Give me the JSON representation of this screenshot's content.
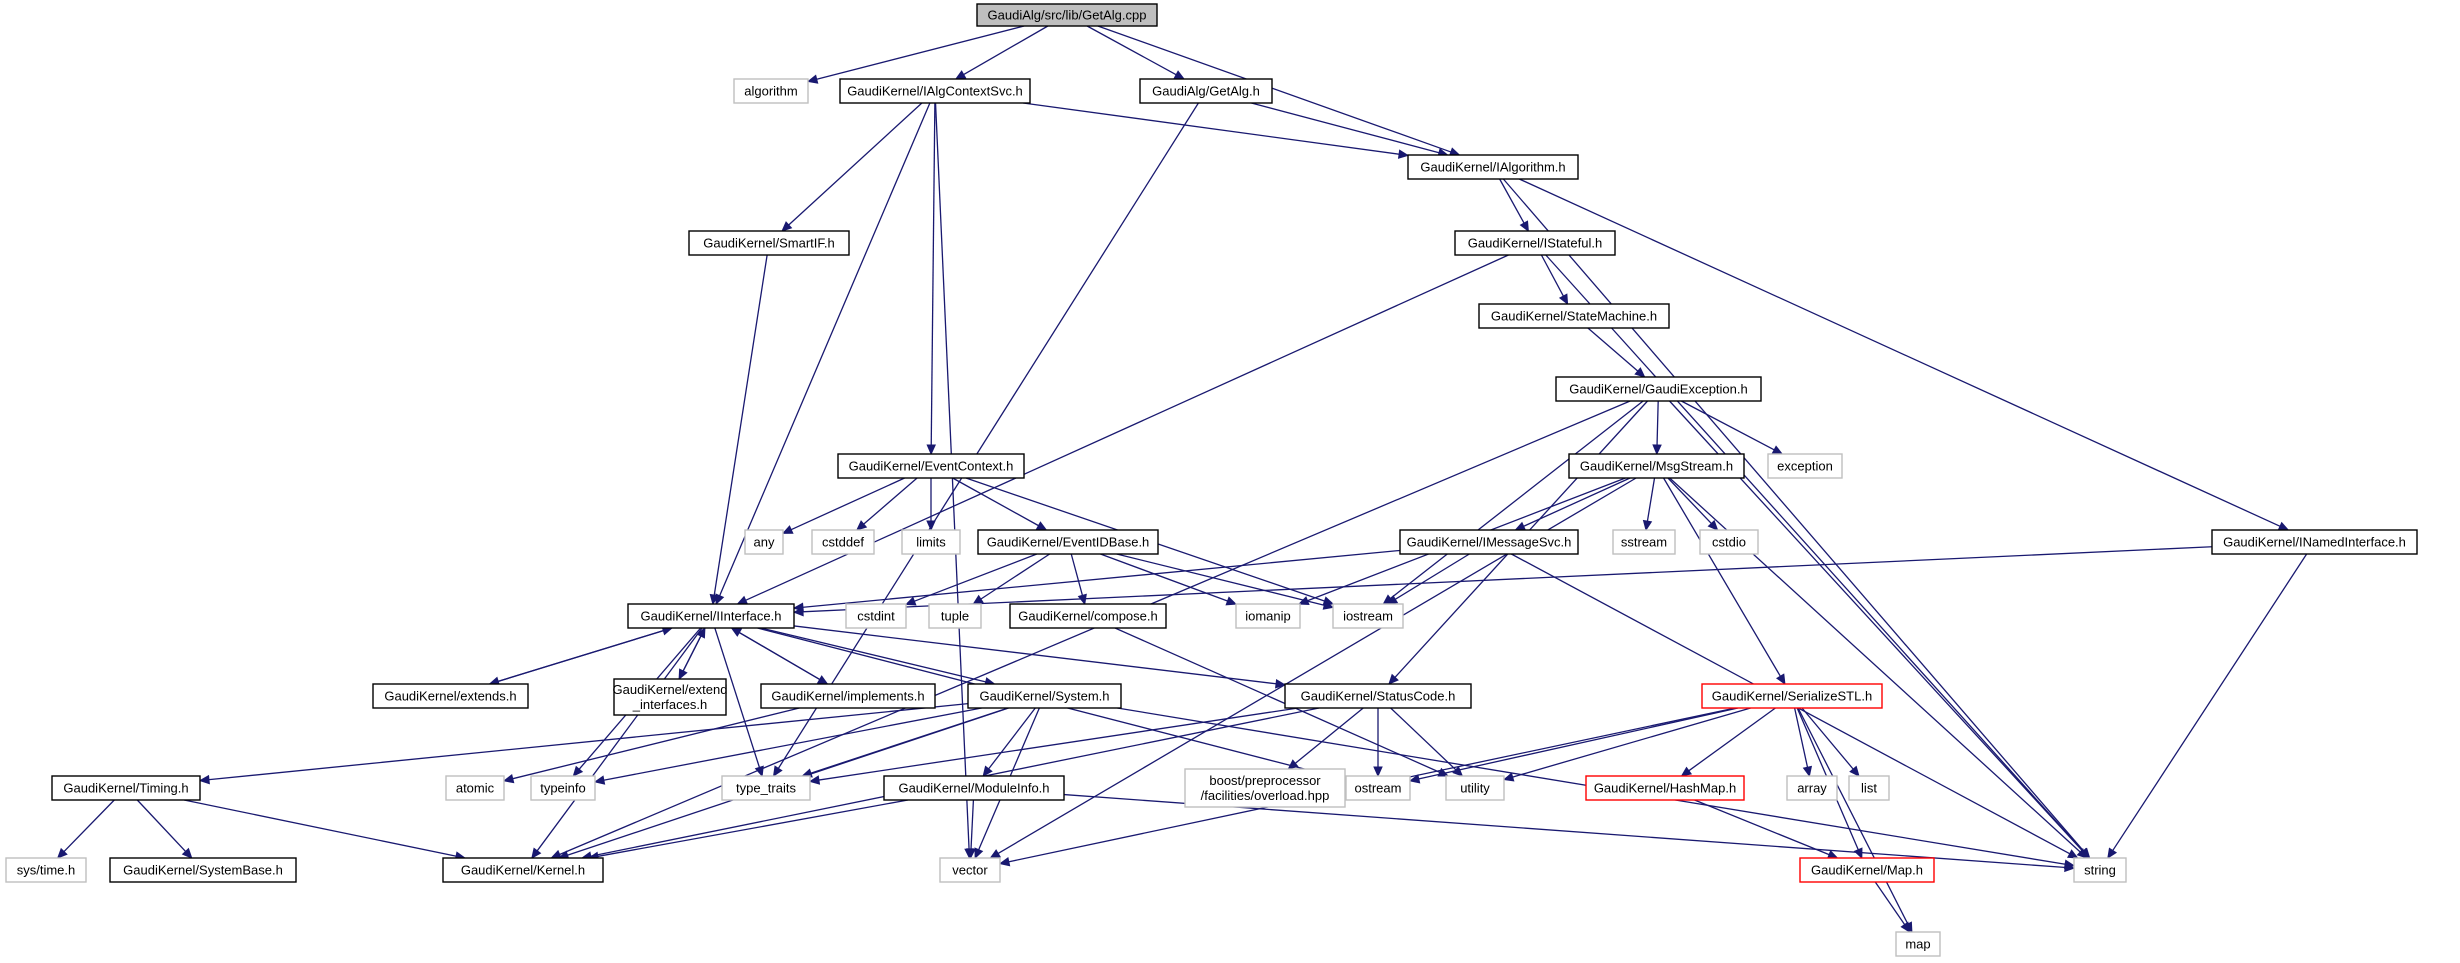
{
  "diagram": {
    "title": "GaudiAlg/src/lib/GetAlg.cpp",
    "colors": {
      "edge": "#191970",
      "root_fill": "#bfbfbf",
      "external_border": "#bfbfbf",
      "truncated_border": "#ff0000",
      "node_border": "#000000"
    },
    "nodes": [
      {
        "id": "root",
        "label": "GaudiAlg/src/lib/GetAlg.cpp",
        "style": "root"
      },
      {
        "id": "algorithm",
        "label": "algorithm",
        "style": "ext"
      },
      {
        "id": "IAlgContextSvc",
        "label": "GaudiKernel/IAlgContextSvc.h",
        "style": "normal"
      },
      {
        "id": "GetAlg",
        "label": "GaudiAlg/GetAlg.h",
        "style": "normal"
      },
      {
        "id": "IAlgorithm",
        "label": "GaudiKernel/IAlgorithm.h",
        "style": "normal"
      },
      {
        "id": "SmartIF",
        "label": "GaudiKernel/SmartIF.h",
        "style": "normal"
      },
      {
        "id": "IStateful",
        "label": "GaudiKernel/IStateful.h",
        "style": "normal"
      },
      {
        "id": "StateMachine",
        "label": "GaudiKernel/StateMachine.h",
        "style": "normal"
      },
      {
        "id": "GaudiException",
        "label": "GaudiKernel/GaudiException.h",
        "style": "normal"
      },
      {
        "id": "EventContext",
        "label": "GaudiKernel/EventContext.h",
        "style": "normal"
      },
      {
        "id": "MsgStream",
        "label": "GaudiKernel/MsgStream.h",
        "style": "normal"
      },
      {
        "id": "exception",
        "label": "exception",
        "style": "ext"
      },
      {
        "id": "any",
        "label": "any",
        "style": "ext"
      },
      {
        "id": "cstddef",
        "label": "cstddef",
        "style": "ext"
      },
      {
        "id": "limits",
        "label": "limits",
        "style": "ext"
      },
      {
        "id": "EventIDBase",
        "label": "GaudiKernel/EventIDBase.h",
        "style": "normal"
      },
      {
        "id": "IMessageSvc",
        "label": "GaudiKernel/IMessageSvc.h",
        "style": "normal"
      },
      {
        "id": "sstream",
        "label": "sstream",
        "style": "ext"
      },
      {
        "id": "cstdio",
        "label": "cstdio",
        "style": "ext"
      },
      {
        "id": "INamedInterface",
        "label": "GaudiKernel/INamedInterface.h",
        "style": "normal"
      },
      {
        "id": "IInterface",
        "label": "GaudiKernel/IInterface.h",
        "style": "normal"
      },
      {
        "id": "cstdint",
        "label": "cstdint",
        "style": "ext"
      },
      {
        "id": "tuple",
        "label": "tuple",
        "style": "ext"
      },
      {
        "id": "compose",
        "label": "GaudiKernel/compose.h",
        "style": "normal"
      },
      {
        "id": "iomanip",
        "label": "iomanip",
        "style": "ext"
      },
      {
        "id": "iostream",
        "label": "iostream",
        "style": "ext"
      },
      {
        "id": "extends",
        "label": "GaudiKernel/extends.h",
        "style": "normal"
      },
      {
        "id": "extend_interfaces",
        "label": "GaudiKernel/extend\n_interfaces.h",
        "style": "normal"
      },
      {
        "id": "implements",
        "label": "GaudiKernel/implements.h",
        "style": "normal"
      },
      {
        "id": "System",
        "label": "GaudiKernel/System.h",
        "style": "normal"
      },
      {
        "id": "StatusCode",
        "label": "GaudiKernel/StatusCode.h",
        "style": "normal"
      },
      {
        "id": "SerializeSTL",
        "label": "GaudiKernel/SerializeSTL.h",
        "style": "red"
      },
      {
        "id": "Timing",
        "label": "GaudiKernel/Timing.h",
        "style": "normal"
      },
      {
        "id": "atomic",
        "label": "atomic",
        "style": "ext"
      },
      {
        "id": "typeinfo",
        "label": "typeinfo",
        "style": "ext"
      },
      {
        "id": "type_traits",
        "label": "type_traits",
        "style": "ext"
      },
      {
        "id": "ModuleInfo",
        "label": "GaudiKernel/ModuleInfo.h",
        "style": "normal"
      },
      {
        "id": "boost_overload",
        "label": "boost/preprocessor\n/facilities/overload.hpp",
        "style": "ext"
      },
      {
        "id": "ostream",
        "label": "ostream",
        "style": "ext"
      },
      {
        "id": "utility",
        "label": "utility",
        "style": "ext"
      },
      {
        "id": "HashMap",
        "label": "GaudiKernel/HashMap.h",
        "style": "red"
      },
      {
        "id": "array",
        "label": "array",
        "style": "ext"
      },
      {
        "id": "list",
        "label": "list",
        "style": "ext"
      },
      {
        "id": "systime",
        "label": "sys/time.h",
        "style": "ext"
      },
      {
        "id": "SystemBase",
        "label": "GaudiKernel/SystemBase.h",
        "style": "normal"
      },
      {
        "id": "Kernel",
        "label": "GaudiKernel/Kernel.h",
        "style": "normal"
      },
      {
        "id": "vector",
        "label": "vector",
        "style": "ext"
      },
      {
        "id": "string",
        "label": "string",
        "style": "ext"
      },
      {
        "id": "Map",
        "label": "GaudiKernel/Map.h",
        "style": "red"
      },
      {
        "id": "map",
        "label": "map",
        "style": "ext"
      }
    ],
    "edges": [
      [
        "root",
        "algorithm"
      ],
      [
        "root",
        "IAlgContextSvc"
      ],
      [
        "root",
        "GetAlg"
      ],
      [
        "root",
        "IAlgorithm"
      ],
      [
        "IAlgContextSvc",
        "IAlgorithm"
      ],
      [
        "IAlgContextSvc",
        "SmartIF"
      ],
      [
        "IAlgContextSvc",
        "EventContext"
      ],
      [
        "IAlgContextSvc",
        "IInterface"
      ],
      [
        "IAlgContextSvc",
        "vector"
      ],
      [
        "GetAlg",
        "IAlgorithm"
      ],
      [
        "GetAlg",
        "type_traits"
      ],
      [
        "IAlgorithm",
        "IStateful"
      ],
      [
        "IAlgorithm",
        "INamedInterface"
      ],
      [
        "IAlgorithm",
        "string"
      ],
      [
        "SmartIF",
        "IInterface"
      ],
      [
        "IStateful",
        "StateMachine"
      ],
      [
        "IStateful",
        "IInterface"
      ],
      [
        "IStateful",
        "string"
      ],
      [
        "StateMachine",
        "GaudiException"
      ],
      [
        "GaudiException",
        "MsgStream"
      ],
      [
        "GaudiException",
        "exception"
      ],
      [
        "GaudiException",
        "iostream"
      ],
      [
        "GaudiException",
        "string"
      ],
      [
        "GaudiException",
        "StatusCode"
      ],
      [
        "GaudiException",
        "Kernel"
      ],
      [
        "EventContext",
        "any"
      ],
      [
        "EventContext",
        "cstddef"
      ],
      [
        "EventContext",
        "limits"
      ],
      [
        "EventContext",
        "EventIDBase"
      ],
      [
        "EventContext",
        "iostream"
      ],
      [
        "MsgStream",
        "IMessageSvc"
      ],
      [
        "MsgStream",
        "sstream"
      ],
      [
        "MsgStream",
        "cstdio"
      ],
      [
        "MsgStream",
        "SerializeSTL"
      ],
      [
        "MsgStream",
        "iomanip"
      ],
      [
        "MsgStream",
        "string"
      ],
      [
        "MsgStream",
        "vector"
      ],
      [
        "IMessageSvc",
        "IInterface"
      ],
      [
        "IMessageSvc",
        "iostream"
      ],
      [
        "IMessageSvc",
        "string"
      ],
      [
        "INamedInterface",
        "IInterface"
      ],
      [
        "INamedInterface",
        "string"
      ],
      [
        "EventIDBase",
        "cstdint"
      ],
      [
        "EventIDBase",
        "tuple"
      ],
      [
        "EventIDBase",
        "compose"
      ],
      [
        "EventIDBase",
        "iomanip"
      ],
      [
        "EventIDBase",
        "iostream"
      ],
      [
        "compose",
        "utility"
      ],
      [
        "IInterface",
        "extends"
      ],
      [
        "IInterface",
        "extend_interfaces"
      ],
      [
        "IInterface",
        "implements"
      ],
      [
        "IInterface",
        "System"
      ],
      [
        "IInterface",
        "StatusCode"
      ],
      [
        "IInterface",
        "typeinfo"
      ],
      [
        "IInterface",
        "Kernel"
      ],
      [
        "IInterface",
        "ostream"
      ],
      [
        "IInterface",
        "type_traits"
      ],
      [
        "extends",
        "IInterface"
      ],
      [
        "extend_interfaces",
        "IInterface"
      ],
      [
        "implements",
        "IInterface"
      ],
      [
        "implements",
        "atomic"
      ],
      [
        "System",
        "Timing"
      ],
      [
        "System",
        "ModuleInfo"
      ],
      [
        "System",
        "typeinfo"
      ],
      [
        "System",
        "type_traits"
      ],
      [
        "System",
        "Kernel"
      ],
      [
        "System",
        "vector"
      ],
      [
        "System",
        "string"
      ],
      [
        "StatusCode",
        "boost_overload"
      ],
      [
        "StatusCode",
        "ostream"
      ],
      [
        "StatusCode",
        "utility"
      ],
      [
        "StatusCode",
        "type_traits"
      ],
      [
        "StatusCode",
        "Kernel"
      ],
      [
        "SerializeSTL",
        "HashMap"
      ],
      [
        "SerializeSTL",
        "array"
      ],
      [
        "SerializeSTL",
        "list"
      ],
      [
        "SerializeSTL",
        "Map"
      ],
      [
        "SerializeSTL",
        "map"
      ],
      [
        "SerializeSTL",
        "ostream"
      ],
      [
        "SerializeSTL",
        "utility"
      ],
      [
        "SerializeSTL",
        "vector"
      ],
      [
        "HashMap",
        "Map"
      ],
      [
        "Map",
        "map"
      ],
      [
        "Timing",
        "systime"
      ],
      [
        "Timing",
        "SystemBase"
      ],
      [
        "Timing",
        "Kernel"
      ],
      [
        "ModuleInfo",
        "Kernel"
      ],
      [
        "ModuleInfo",
        "string"
      ],
      [
        "ModuleInfo",
        "vector"
      ]
    ]
  }
}
